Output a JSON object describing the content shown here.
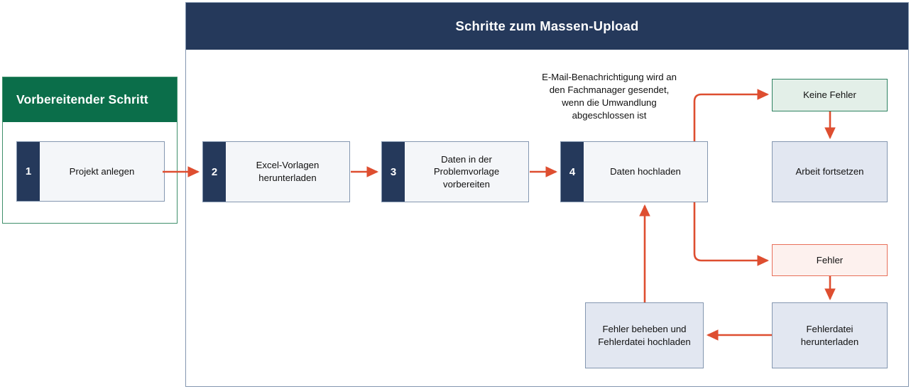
{
  "prep_panel": {
    "header_title": "Vorbereitender Schritt",
    "step": {
      "number": "1",
      "label": "Projekt anlegen"
    }
  },
  "main_panel": {
    "header_title": "Schritte zum Massen-Upload"
  },
  "annotation": {
    "text": "E-Mail-Benachrichtigung wird an\nden Fachmanager gesendet,\nwenn die Umwandlung\nabgeschlossen ist"
  },
  "steps": [
    {
      "number": "2",
      "label": "Excel-Vorlagen\nherunterladen"
    },
    {
      "number": "3",
      "label": "Daten in der\nProblemvorlage\nvorbereiten"
    },
    {
      "number": "4",
      "label": "Daten hochladen"
    }
  ],
  "outcomes": {
    "no_errors": "Keine Fehler",
    "continue_work": "Arbeit fortsetzen",
    "errors": "Fehler",
    "download_error_file": "Fehlerdatei\nherunterladen",
    "fix_and_upload": "Fehler beheben und\nFehlerdatei hochladen"
  },
  "colors": {
    "navy": "#25395b",
    "green": "#0b6e4a",
    "arrow": "#de4e30",
    "box_blue_fill": "#e2e7f1",
    "box_blue_border": "#8497b0",
    "box_green_fill": "#e3efe8",
    "box_green_border": "#2e8262",
    "box_red_fill": "#fdf1ee",
    "box_red_border": "#e8705a",
    "step_fill": "#f4f6f9"
  }
}
